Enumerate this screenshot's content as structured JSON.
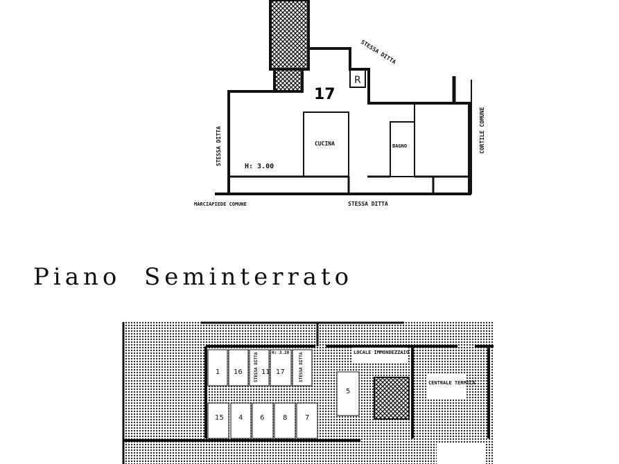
{
  "upper_plan": {
    "unit_number": "17",
    "r_label": "R",
    "kitchen": "CUCINA",
    "bathroom": "BAGNO",
    "height": "H: 3.00",
    "top_right": "STESSA DITTA",
    "left_side": "STESSA DITTA",
    "right_side": "CORTILE COMUNE",
    "bottom_left": "MARCIAPIEDE COMUNE",
    "bottom_right": "STESSA DITTA"
  },
  "section_title": "Piano  Seminterrato",
  "basement": {
    "top_row": [
      "1",
      "16",
      "11",
      "17"
    ],
    "stessa_ditta": "STESSA DITTA",
    "bottom_row": [
      "15",
      "4",
      "6",
      "8",
      "7"
    ],
    "cell_5": "5",
    "height": "H: 3.20",
    "immondezzaio": "LOCALE IMMONDEZZAIO",
    "centrale": "CENTRALE TERMICA"
  }
}
